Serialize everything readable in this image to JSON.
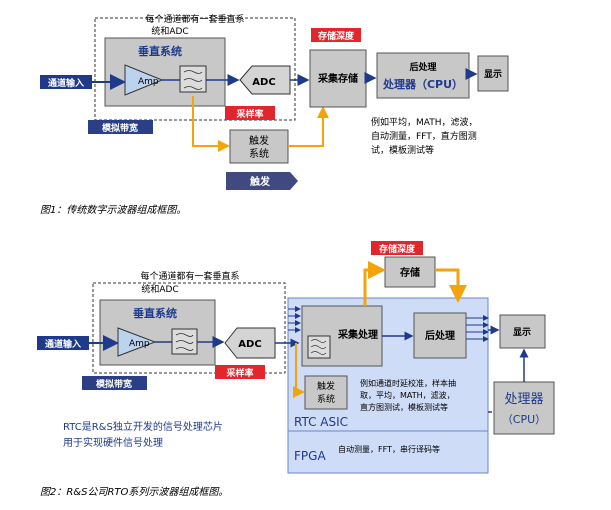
{
  "fig1": {
    "caption": "图1：传统数字示波器组成框图。",
    "group_note_line1": "每个通道都有一套垂直系",
    "group_note_line2": "统和ADC",
    "vertical_system": "垂直系统",
    "channel_input": "通道输入",
    "amp": "Amp",
    "adc": "ADC",
    "sample_rate": "采样率",
    "analog_bandwidth": "模拟带宽",
    "trigger_system_line1": "触发",
    "trigger_system_line2": "系统",
    "trigger": "触发",
    "memory_depth": "存储深度",
    "acquire_store": "采集存储",
    "post_process": "后处理",
    "processor": "处理器（CPU）",
    "display": "显示",
    "note_line1": "例如平均，MATH，滤波，",
    "note_line2": "自动测量，FFT，直方图测",
    "note_line3": "试，模板测试等"
  },
  "fig2": {
    "caption": "图2：R&S公司RTO系列示波器组成框图。",
    "group_note_line1": "每个通道都有一套垂直系",
    "group_note_line2": "统和ADC",
    "vertical_system": "垂直系统",
    "channel_input": "通道输入",
    "amp": "Amp",
    "adc": "ADC",
    "sample_rate": "采样率",
    "analog_bandwidth": "模拟带宽",
    "memory_depth": "存储深度",
    "storage": "存储",
    "acquire_process": "采集处理",
    "post_process": "后处理",
    "trigger_system_line1": "触发",
    "trigger_system_line2": "系统",
    "asic_note_line1": "例如通道时延校准，样本抽",
    "asic_note_line2": "取，平均，MATH，滤波，",
    "asic_note_line3": "直方图测试，模板测试等",
    "rtc_asic": "RTC ASIC",
    "fpga": "FPGA",
    "fpga_note": "自动测量，FFT，串行译码等",
    "display": "显示",
    "processor_line1": "处理器",
    "processor_line2": "（CPU）",
    "rtc_note_line1": "RTC是R&S独立开发的信号处理芯片",
    "rtc_note_line2": "用于实现硬件信号处理"
  },
  "colors": {
    "dark_blue": "#1f3a8a",
    "red_label": "#e3262b",
    "orange_arrow": "#f2a40a",
    "gray_box": "#c8c8c8",
    "asic_blue": "#cfdcf7",
    "navy_label": "#2a3f86",
    "trigger_purple": "#404a80"
  }
}
